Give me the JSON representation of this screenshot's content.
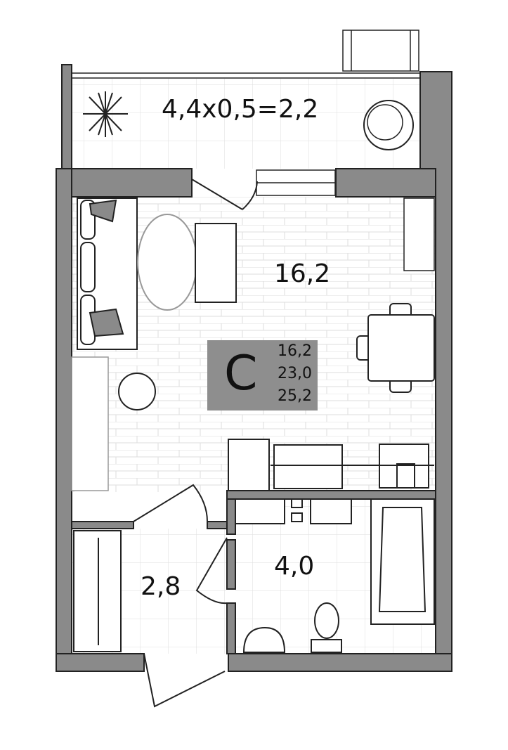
{
  "rooms": {
    "balcony": {
      "label": "4,4x0,5=2,2"
    },
    "living": {
      "label": "16,2"
    },
    "hall": {
      "label": "2,8"
    },
    "bathroom": {
      "label": "4,0"
    }
  },
  "apartment": {
    "type": "C",
    "areas": [
      "16,2",
      "23,0",
      "25,2"
    ]
  },
  "colors": {
    "wall": "#8a8a8a",
    "info_box": "#8e8e8e",
    "grid": "#d9d9d9"
  }
}
